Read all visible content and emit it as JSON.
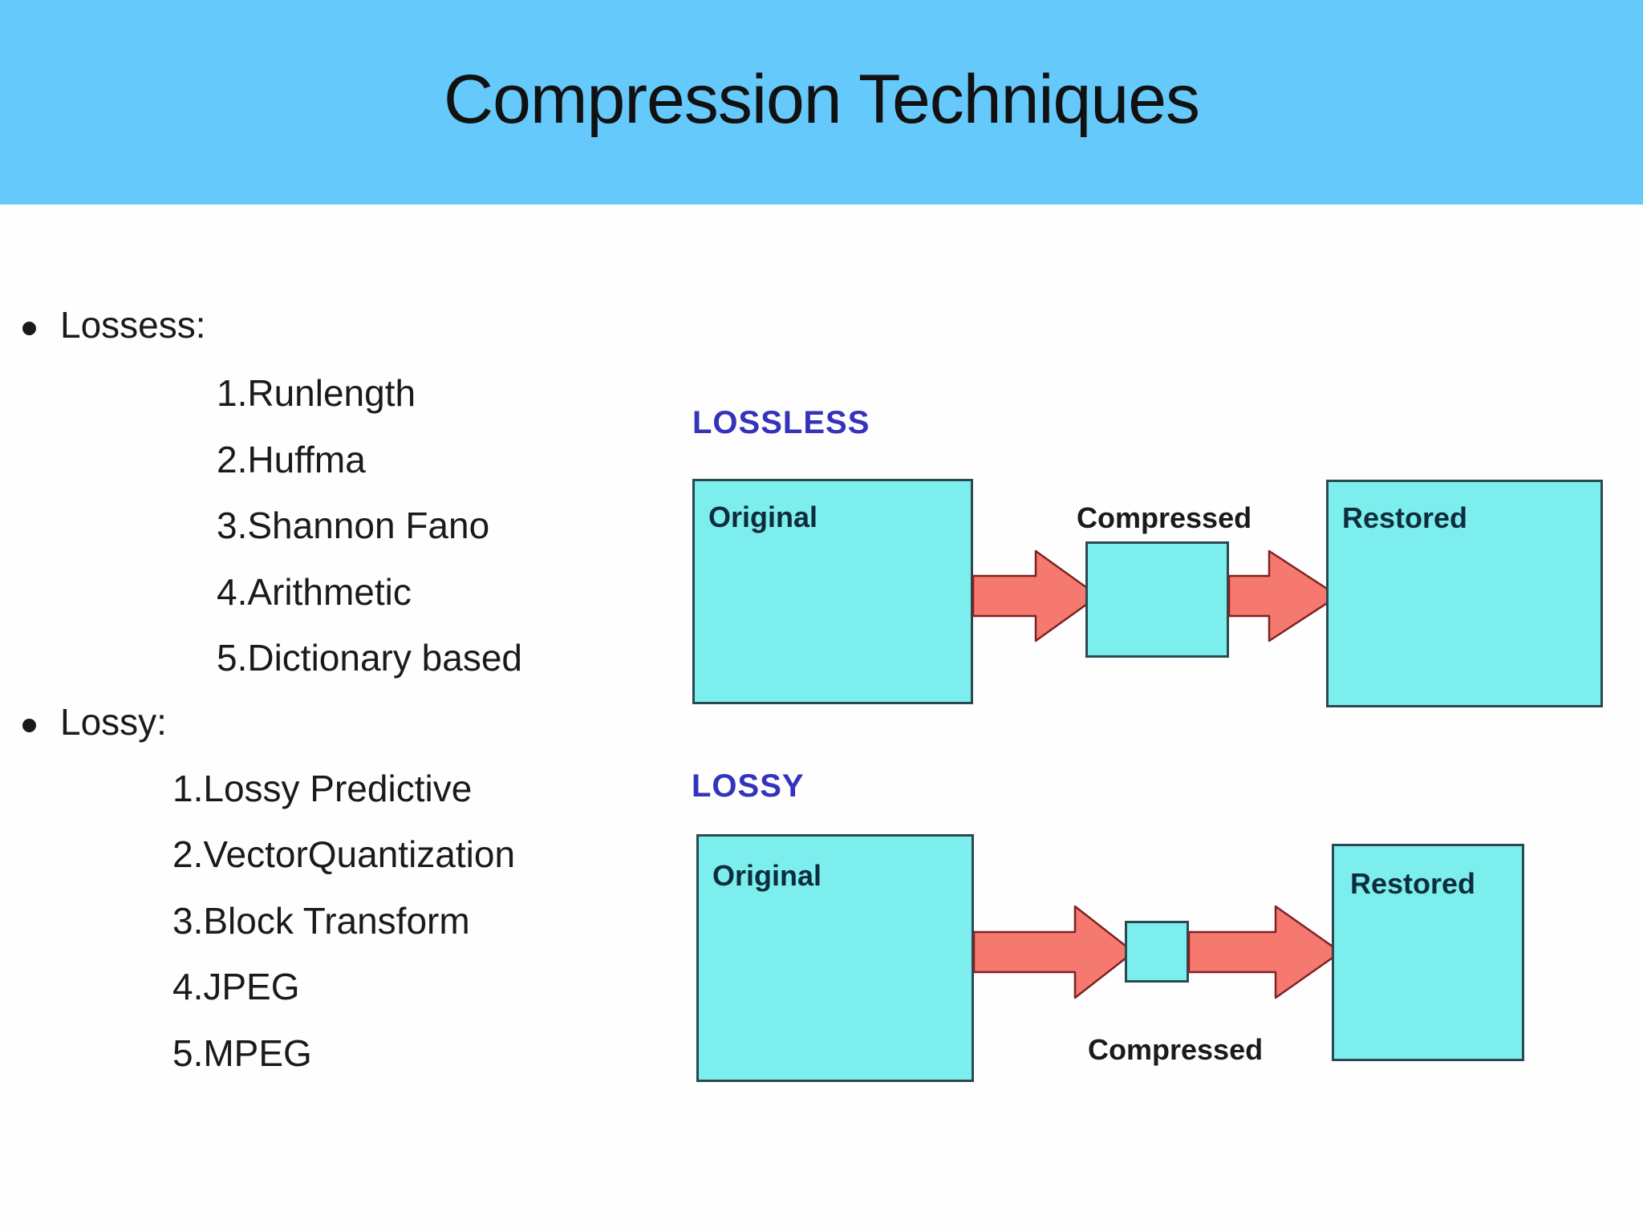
{
  "title": "Compression Techniques",
  "colors": {
    "banner": "#66C9FB",
    "title_text": "#111111",
    "body_text": "#1A1A1A",
    "diagram_heading": "#3333BB",
    "box_fill": "#7DEEEE",
    "box_border": "#2B4950",
    "box_label": "#0D2C3C",
    "arrow_fill": "#F5796F",
    "arrow_border": "#7F2222",
    "compressed_label": "#1A1A1A"
  },
  "lists": [
    {
      "heading": "Lossess:",
      "items": [
        "1.Runlength",
        "2.Huffma",
        "3.Shannon Fano",
        "4.Arithmetic",
        "5.Dictionary based"
      ]
    },
    {
      "heading": "Lossy:",
      "items": [
        "1.Lossy Predictive",
        "2.VectorQuantization",
        "3.Block Transform",
        "4.JPEG",
        "5.MPEG"
      ]
    }
  ],
  "diagram": {
    "lossless": {
      "heading": "LOSSLESS",
      "original_label": "Original",
      "compressed_label": "Compressed",
      "restored_label": "Restored"
    },
    "lossy": {
      "heading": "LOSSY",
      "original_label": "Original",
      "compressed_label": "Compressed",
      "restored_label": "Restored"
    }
  }
}
